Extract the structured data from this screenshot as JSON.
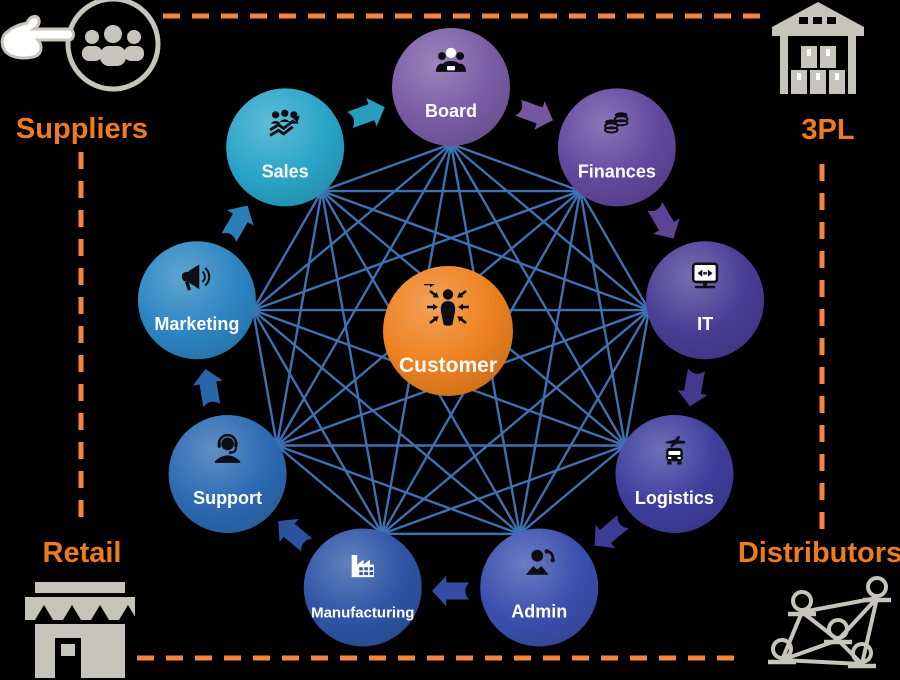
{
  "canvas": {
    "background": "#000000"
  },
  "palette": {
    "label_orange": "#ee7b1e",
    "dash_orange": "#f6843e",
    "web_line_blue": "#3f70b2",
    "corner_icon_gray": "#c7c4bb",
    "node_label_white": "#ffffff"
  },
  "center_node": {
    "label": "Customer",
    "color": "#ee8120",
    "icon": "customer-icon"
  },
  "department_nodes": [
    {
      "label": "Board",
      "color": "#7a5ca6",
      "icon": "board-people-icon",
      "angle": -90
    },
    {
      "label": "Finances",
      "color": "#63489f",
      "icon": "coins-icon",
      "angle": -50
    },
    {
      "label": "IT",
      "color": "#4a3d96",
      "icon": "monitor-icon",
      "angle": -10
    },
    {
      "label": "Logistics",
      "color": "#3e3f9e",
      "icon": "transport-icon",
      "angle": 30
    },
    {
      "label": "Admin",
      "color": "#3a50ae",
      "icon": "admin-phone-icon",
      "angle": 70
    },
    {
      "label": "Manufacturing",
      "color": "#2e55a5",
      "icon": "factory-icon",
      "angle": 110
    },
    {
      "label": "Support",
      "color": "#2c6ab2",
      "icon": "headset-icon",
      "angle": 150
    },
    {
      "label": "Marketing",
      "color": "#2c86c2",
      "icon": "megaphone-icon",
      "angle": 190
    },
    {
      "label": "Sales",
      "color": "#2aa5c8",
      "icon": "sales-growth-icon",
      "angle": 230
    }
  ],
  "corner_labels": [
    {
      "label": "Suppliers",
      "position": "top-left",
      "icon": "hand-people-icon"
    },
    {
      "label": "3PL",
      "position": "top-right",
      "icon": "warehouse-icon"
    },
    {
      "label": "Retail",
      "position": "bottom-left",
      "icon": "storefront-icon"
    },
    {
      "label": "Distributors",
      "position": "bottom-right",
      "icon": "network-people-icon"
    }
  ]
}
